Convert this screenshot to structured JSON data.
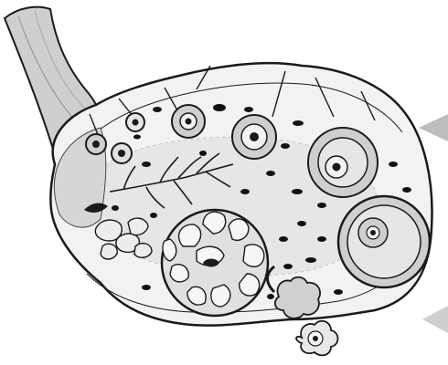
{
  "diagram": {
    "subject": "ovary-cross-section",
    "style": "grayscale-line-drawing",
    "colors": {
      "background": "#ffffff",
      "outline": "#1a1a1a",
      "tissue": "#cfcfcf",
      "tissue_light": "#e6e6e6",
      "ligament": "#b8b8b8",
      "dots": "#111111",
      "pointer_marks": "#bdbdbd"
    },
    "structures": [
      "ovarian-ligament",
      "blood-vessels",
      "primordial-follicles",
      "primary-follicles",
      "secondary-follicle",
      "mature-follicle",
      "corpus-luteum",
      "corpus-albicans",
      "ovulation-site",
      "released-oocyte"
    ],
    "labels": []
  }
}
